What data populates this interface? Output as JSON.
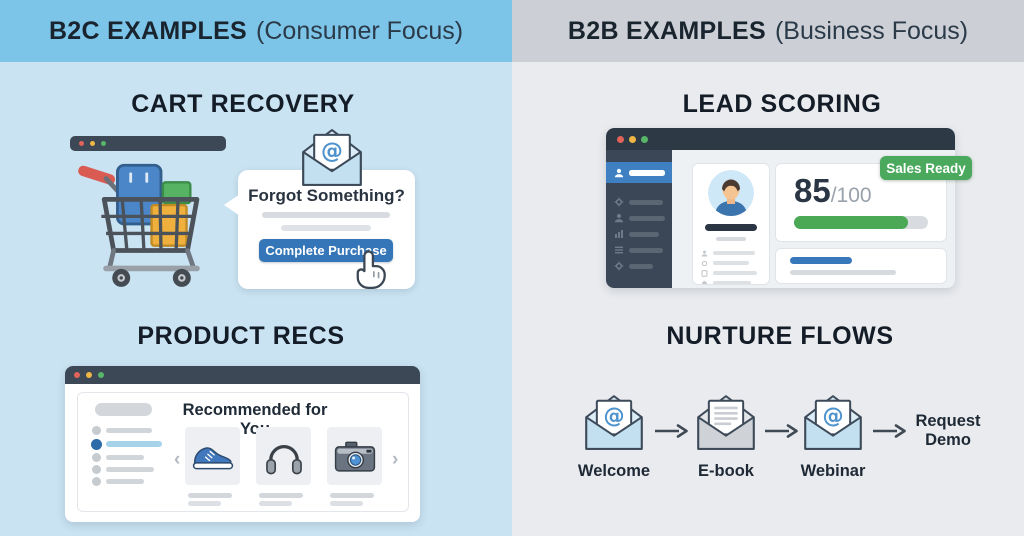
{
  "glyphs": {
    "carousel_prev": "‹",
    "carousel_next": "›",
    "at": "@"
  },
  "colors": {
    "b2c_header_bg": "#7cc5e9",
    "b2c_body_bg": "#c9e3f2",
    "b2b_header_bg": "#ccd0d6",
    "b2b_body_bg": "#e9ebee",
    "accent_blue": "#3576b8",
    "accent_green": "#4aa95c",
    "window_chrome": "#3c4856",
    "dark_text": "#131c27"
  },
  "b2c": {
    "header_bold": "B2C EXAMPLES",
    "header_normal": "(Consumer Focus)",
    "cart_recovery": {
      "title": "CART RECOVERY",
      "email_heading": "Forgot Something?",
      "cta_label": "Complete Purchase"
    },
    "product_recs": {
      "title": "PRODUCT RECS",
      "heading": "Recommended for You"
    }
  },
  "b2b": {
    "header_bold": "B2B EXAMPLES",
    "header_normal": "(Business Focus)",
    "lead_scoring": {
      "title": "LEAD SCORING",
      "score": "85",
      "score_max": "/100",
      "score_percent": 85,
      "badge": "Sales Ready"
    },
    "nurture_flows": {
      "title": "NURTURE FLOWS",
      "steps": [
        "Welcome",
        "E-book",
        "Webinar"
      ],
      "goal": "Request Demo"
    }
  }
}
